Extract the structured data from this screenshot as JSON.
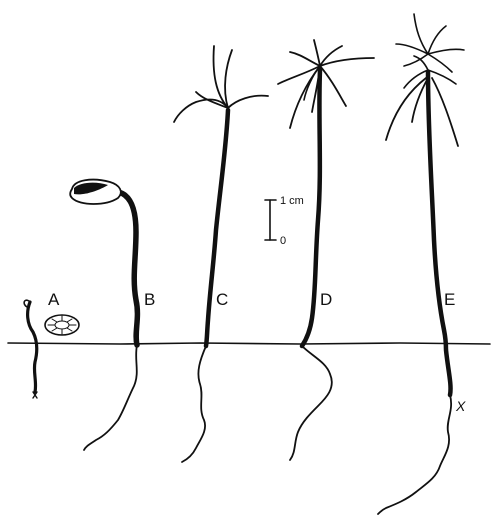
{
  "labels": {
    "a": "A",
    "b": "B",
    "c": "C",
    "d": "D",
    "e": "E",
    "x": "X"
  },
  "scale_bar": {
    "top_label": "1 cm",
    "bottom_label": "0"
  }
}
